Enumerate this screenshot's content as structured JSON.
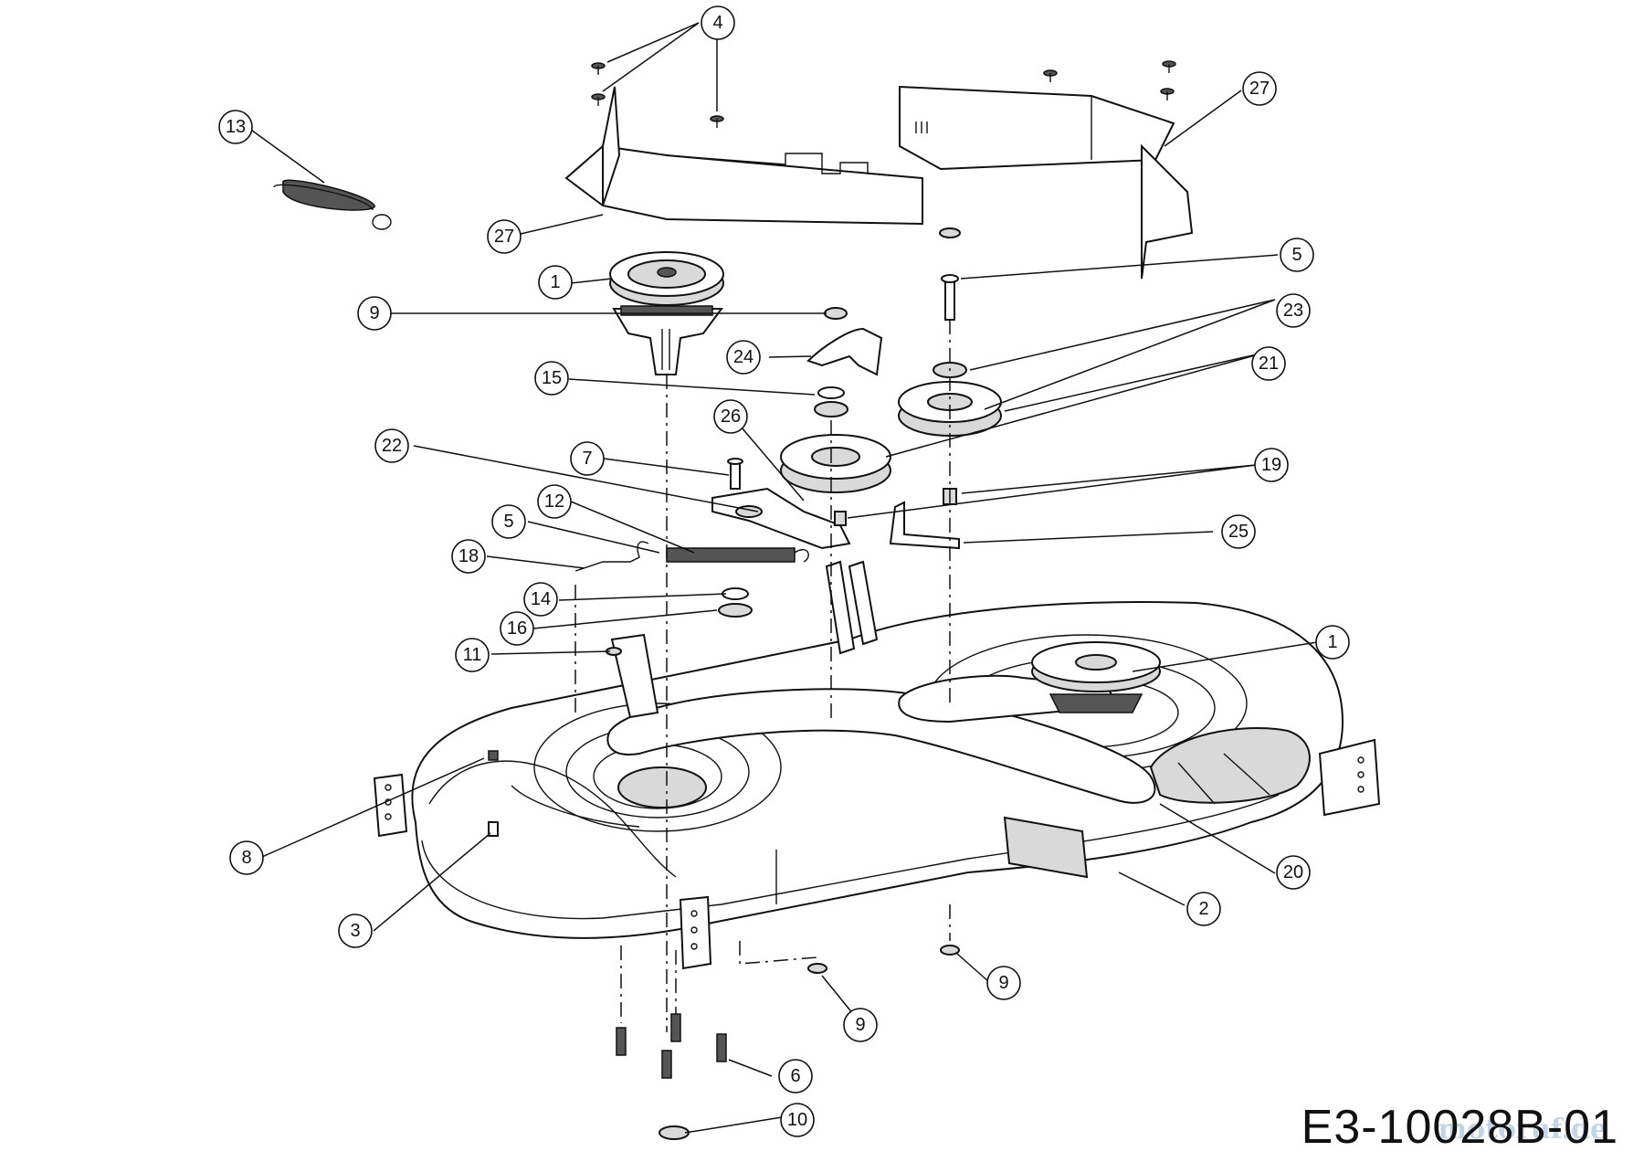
{
  "drawing": {
    "id": "E3-10028B-01",
    "watermark": "motoruf.de"
  },
  "callouts": [
    {
      "key": "c4",
      "label": "4"
    },
    {
      "key": "c13",
      "label": "13"
    },
    {
      "key": "c27a",
      "label": "27"
    },
    {
      "key": "c27b",
      "label": "27"
    },
    {
      "key": "c1a",
      "label": "1"
    },
    {
      "key": "c9a",
      "label": "9"
    },
    {
      "key": "c5a",
      "label": "5"
    },
    {
      "key": "c23",
      "label": "23"
    },
    {
      "key": "c24",
      "label": "24"
    },
    {
      "key": "c21",
      "label": "21"
    },
    {
      "key": "c15",
      "label": "15"
    },
    {
      "key": "c26",
      "label": "26"
    },
    {
      "key": "c22",
      "label": "22"
    },
    {
      "key": "c7",
      "label": "7"
    },
    {
      "key": "c19",
      "label": "19"
    },
    {
      "key": "c12",
      "label": "12"
    },
    {
      "key": "c5b",
      "label": "5"
    },
    {
      "key": "c25",
      "label": "25"
    },
    {
      "key": "c18",
      "label": "18"
    },
    {
      "key": "c14",
      "label": "14"
    },
    {
      "key": "c16",
      "label": "16"
    },
    {
      "key": "c11",
      "label": "11"
    },
    {
      "key": "c1b",
      "label": "1"
    },
    {
      "key": "c8",
      "label": "8"
    },
    {
      "key": "c20",
      "label": "20"
    },
    {
      "key": "c2",
      "label": "2"
    },
    {
      "key": "c3",
      "label": "3"
    },
    {
      "key": "c9b",
      "label": "9"
    },
    {
      "key": "c9c",
      "label": "9"
    },
    {
      "key": "c6",
      "label": "6"
    },
    {
      "key": "c10",
      "label": "10"
    }
  ]
}
